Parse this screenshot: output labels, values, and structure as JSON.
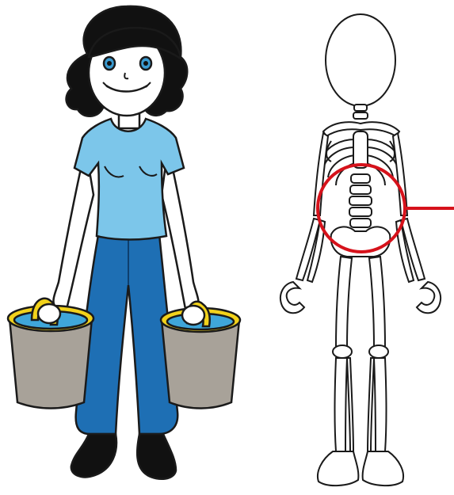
{
  "figures": [
    {
      "name": "woman-carrying-buckets"
    },
    {
      "name": "skeleton"
    }
  ],
  "colors": {
    "outline": "#1a1a1a",
    "skin": "#ffffff",
    "hair": "#111111",
    "shirt": "#7cc6ea",
    "trousers": "#1e6fb4",
    "bucket": "#a8a299",
    "water": "#3fa6d9",
    "bucket_rim": "#f2d21b",
    "handle": "#f2d21b",
    "shoes": "#111111",
    "eyes": "#3a9bd1",
    "highlight": "#d6121b"
  },
  "highlight": {
    "target": "lumbar-spine",
    "shape": "circle-with-pointer-line"
  }
}
